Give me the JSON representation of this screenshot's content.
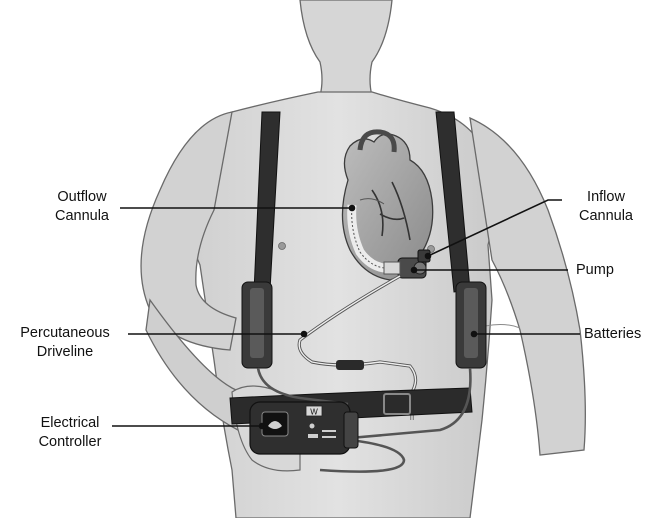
{
  "labels": {
    "outflow_cannula": [
      "Outflow",
      "Cannula"
    ],
    "inflow_cannula": [
      "Inflow",
      "Cannula"
    ],
    "pump": "Pump",
    "percutaneous_driveline": [
      "Percutaneous",
      "Driveline"
    ],
    "batteries": "Batteries",
    "electrical_controller": [
      "Electrical",
      "Controller"
    ]
  },
  "controller_display": {
    "button_letter": "W"
  }
}
